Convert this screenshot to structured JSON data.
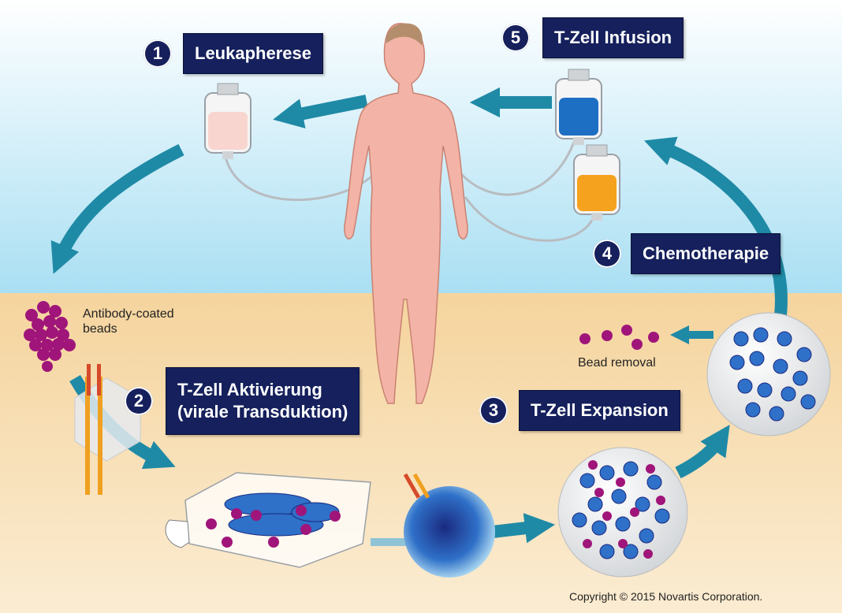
{
  "colors": {
    "sky_top": "#ffffff",
    "sky_bottom": "#a9dff3",
    "sand": "#f7ddb0",
    "label_bg": "#15205c",
    "arrow": "#1f8aa6",
    "bead": "#a0157a",
    "skin": "#f3b3a6",
    "receptor_red": "#d64a2a",
    "receptor_orange": "#f0a020"
  },
  "steps": [
    {
      "number": "1",
      "label": "Leukapherese"
    },
    {
      "number": "2",
      "label_line1": "T-Zell Aktivierung",
      "label_line2": "(virale Transduktion)"
    },
    {
      "number": "3",
      "label": "T-Zell Expansion"
    },
    {
      "number": "4",
      "label": "Chemotherapie"
    },
    {
      "number": "5",
      "label": "T-Zell Infusion"
    }
  ],
  "annotations": {
    "beads_line1": "Antibody-coated",
    "beads_line2": "beads",
    "bead_removal": "Bead removal"
  },
  "copyright": "Copyright © 2015 Novartis Corporation."
}
